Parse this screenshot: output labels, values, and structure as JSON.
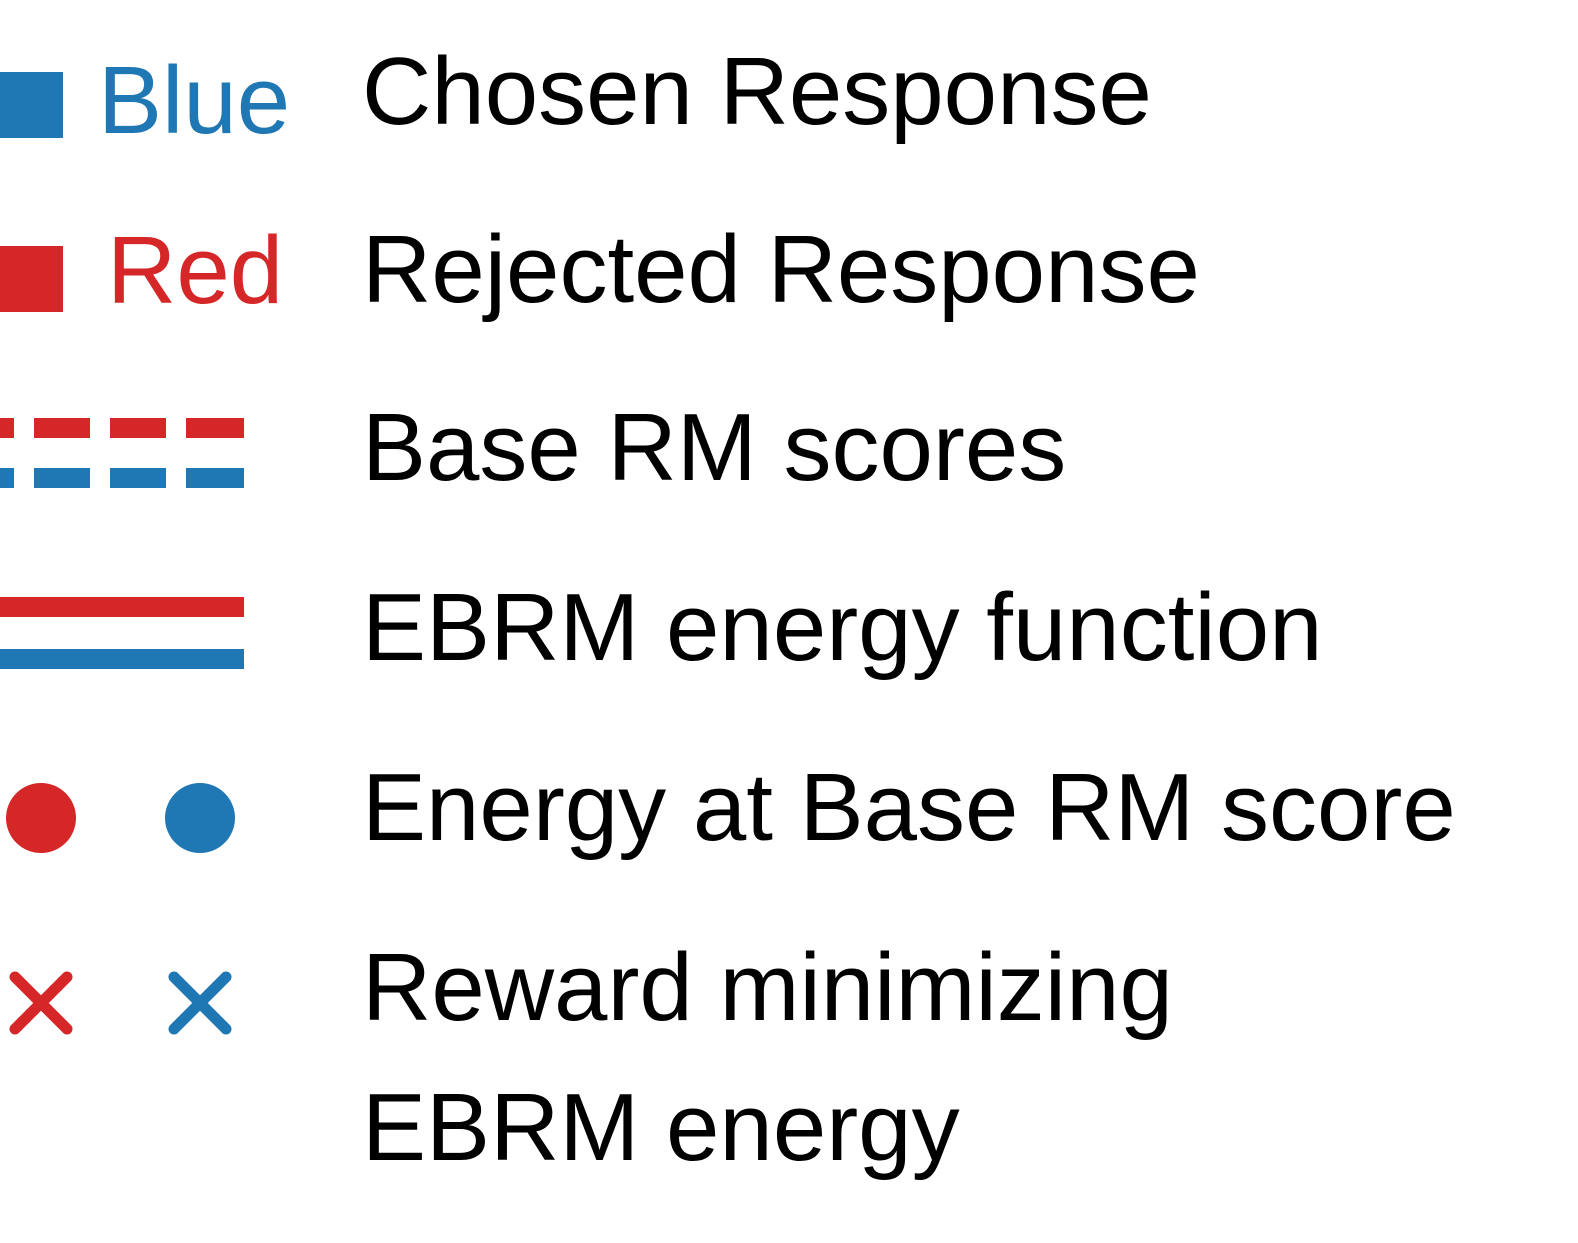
{
  "colors": {
    "blue": "#1f77b4",
    "red": "#d62728",
    "text": "#000000",
    "background": "#ffffff"
  },
  "legend": {
    "items": [
      {
        "marker_icon": "filled-square-icon",
        "color_word": "Blue",
        "color": "#1f77b4",
        "label": "Chosen Response"
      },
      {
        "marker_icon": "filled-square-icon",
        "color_word": "Red",
        "color": "#d62728",
        "label": "Rejected Response"
      },
      {
        "marker_icon": "dashed-line-pair-icon",
        "label": "Base RM scores"
      },
      {
        "marker_icon": "solid-line-pair-icon",
        "label": "EBRM energy function"
      },
      {
        "marker_icon": "circle-pair-icon",
        "label": "Energy at Base RM score"
      },
      {
        "marker_icon": "cross-pair-icon",
        "label_line1": "Reward minimizing",
        "label_line2": "EBRM energy"
      }
    ]
  }
}
